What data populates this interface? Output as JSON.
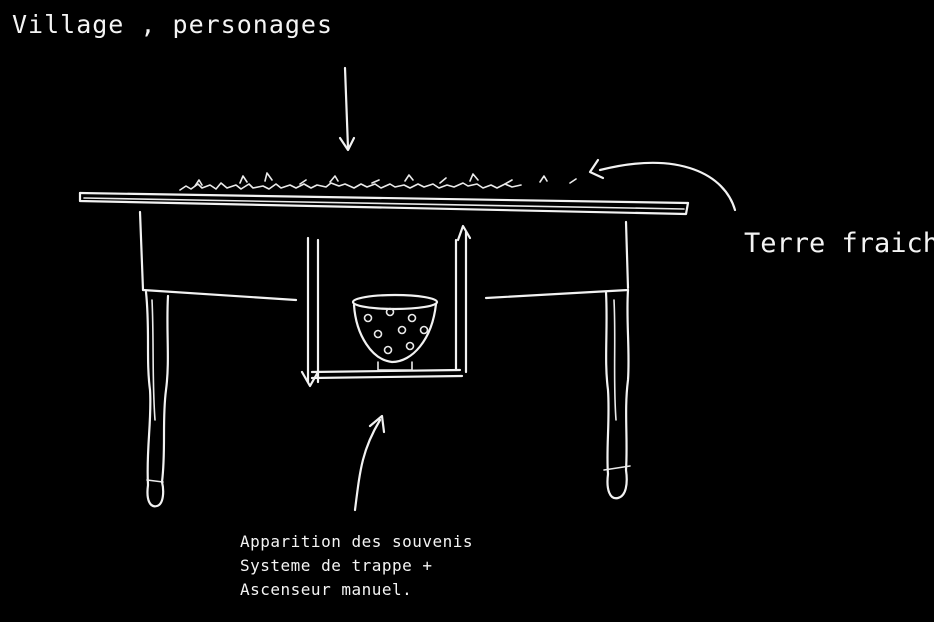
{
  "labels": {
    "top": "Village , personages",
    "right": "Terre fraiche"
  },
  "notes": [
    "Apparition des souvenis",
    "Systeme de trappe +",
    "Ascenseur manuel."
  ],
  "colors": {
    "background": "#000000",
    "chalk": "#f2f2f2"
  }
}
